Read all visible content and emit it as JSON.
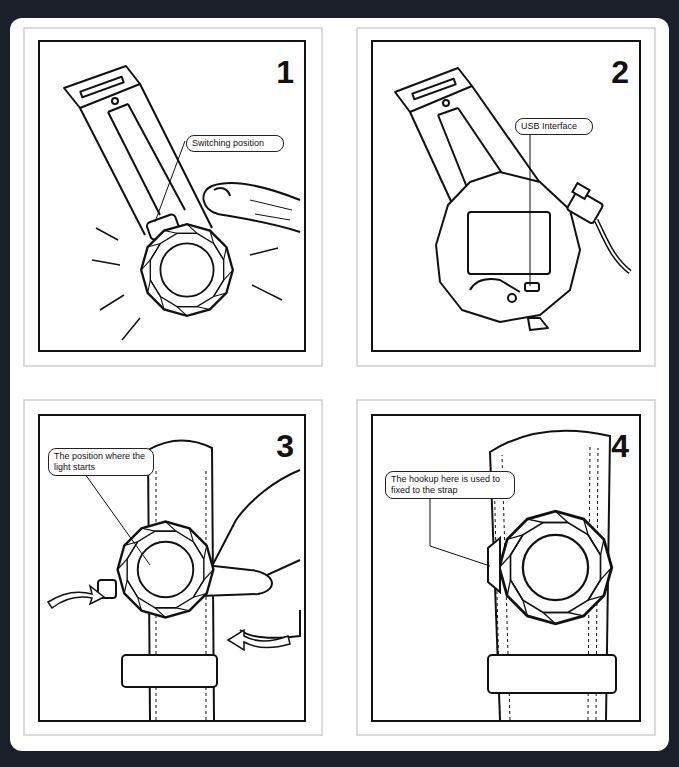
{
  "diagram": {
    "nodes": [
      {
        "text": [
          "1"
        ]
      },
      {
        "text": [
          "Switching position"
        ],
        "in": 0
      },
      {
        "text": [
          "2"
        ]
      },
      {
        "text": [
          "USB Interface"
        ],
        "in": 2
      },
      {
        "text": [
          "3"
        ]
      },
      {
        "text": [
          "The position where the light starts"
        ],
        "in": 4
      },
      {
        "text": [
          "4"
        ]
      },
      {
        "text": [
          "The hookup here is used to fixed to the strap"
        ],
        "in": 6
      }
    ]
  }
}
